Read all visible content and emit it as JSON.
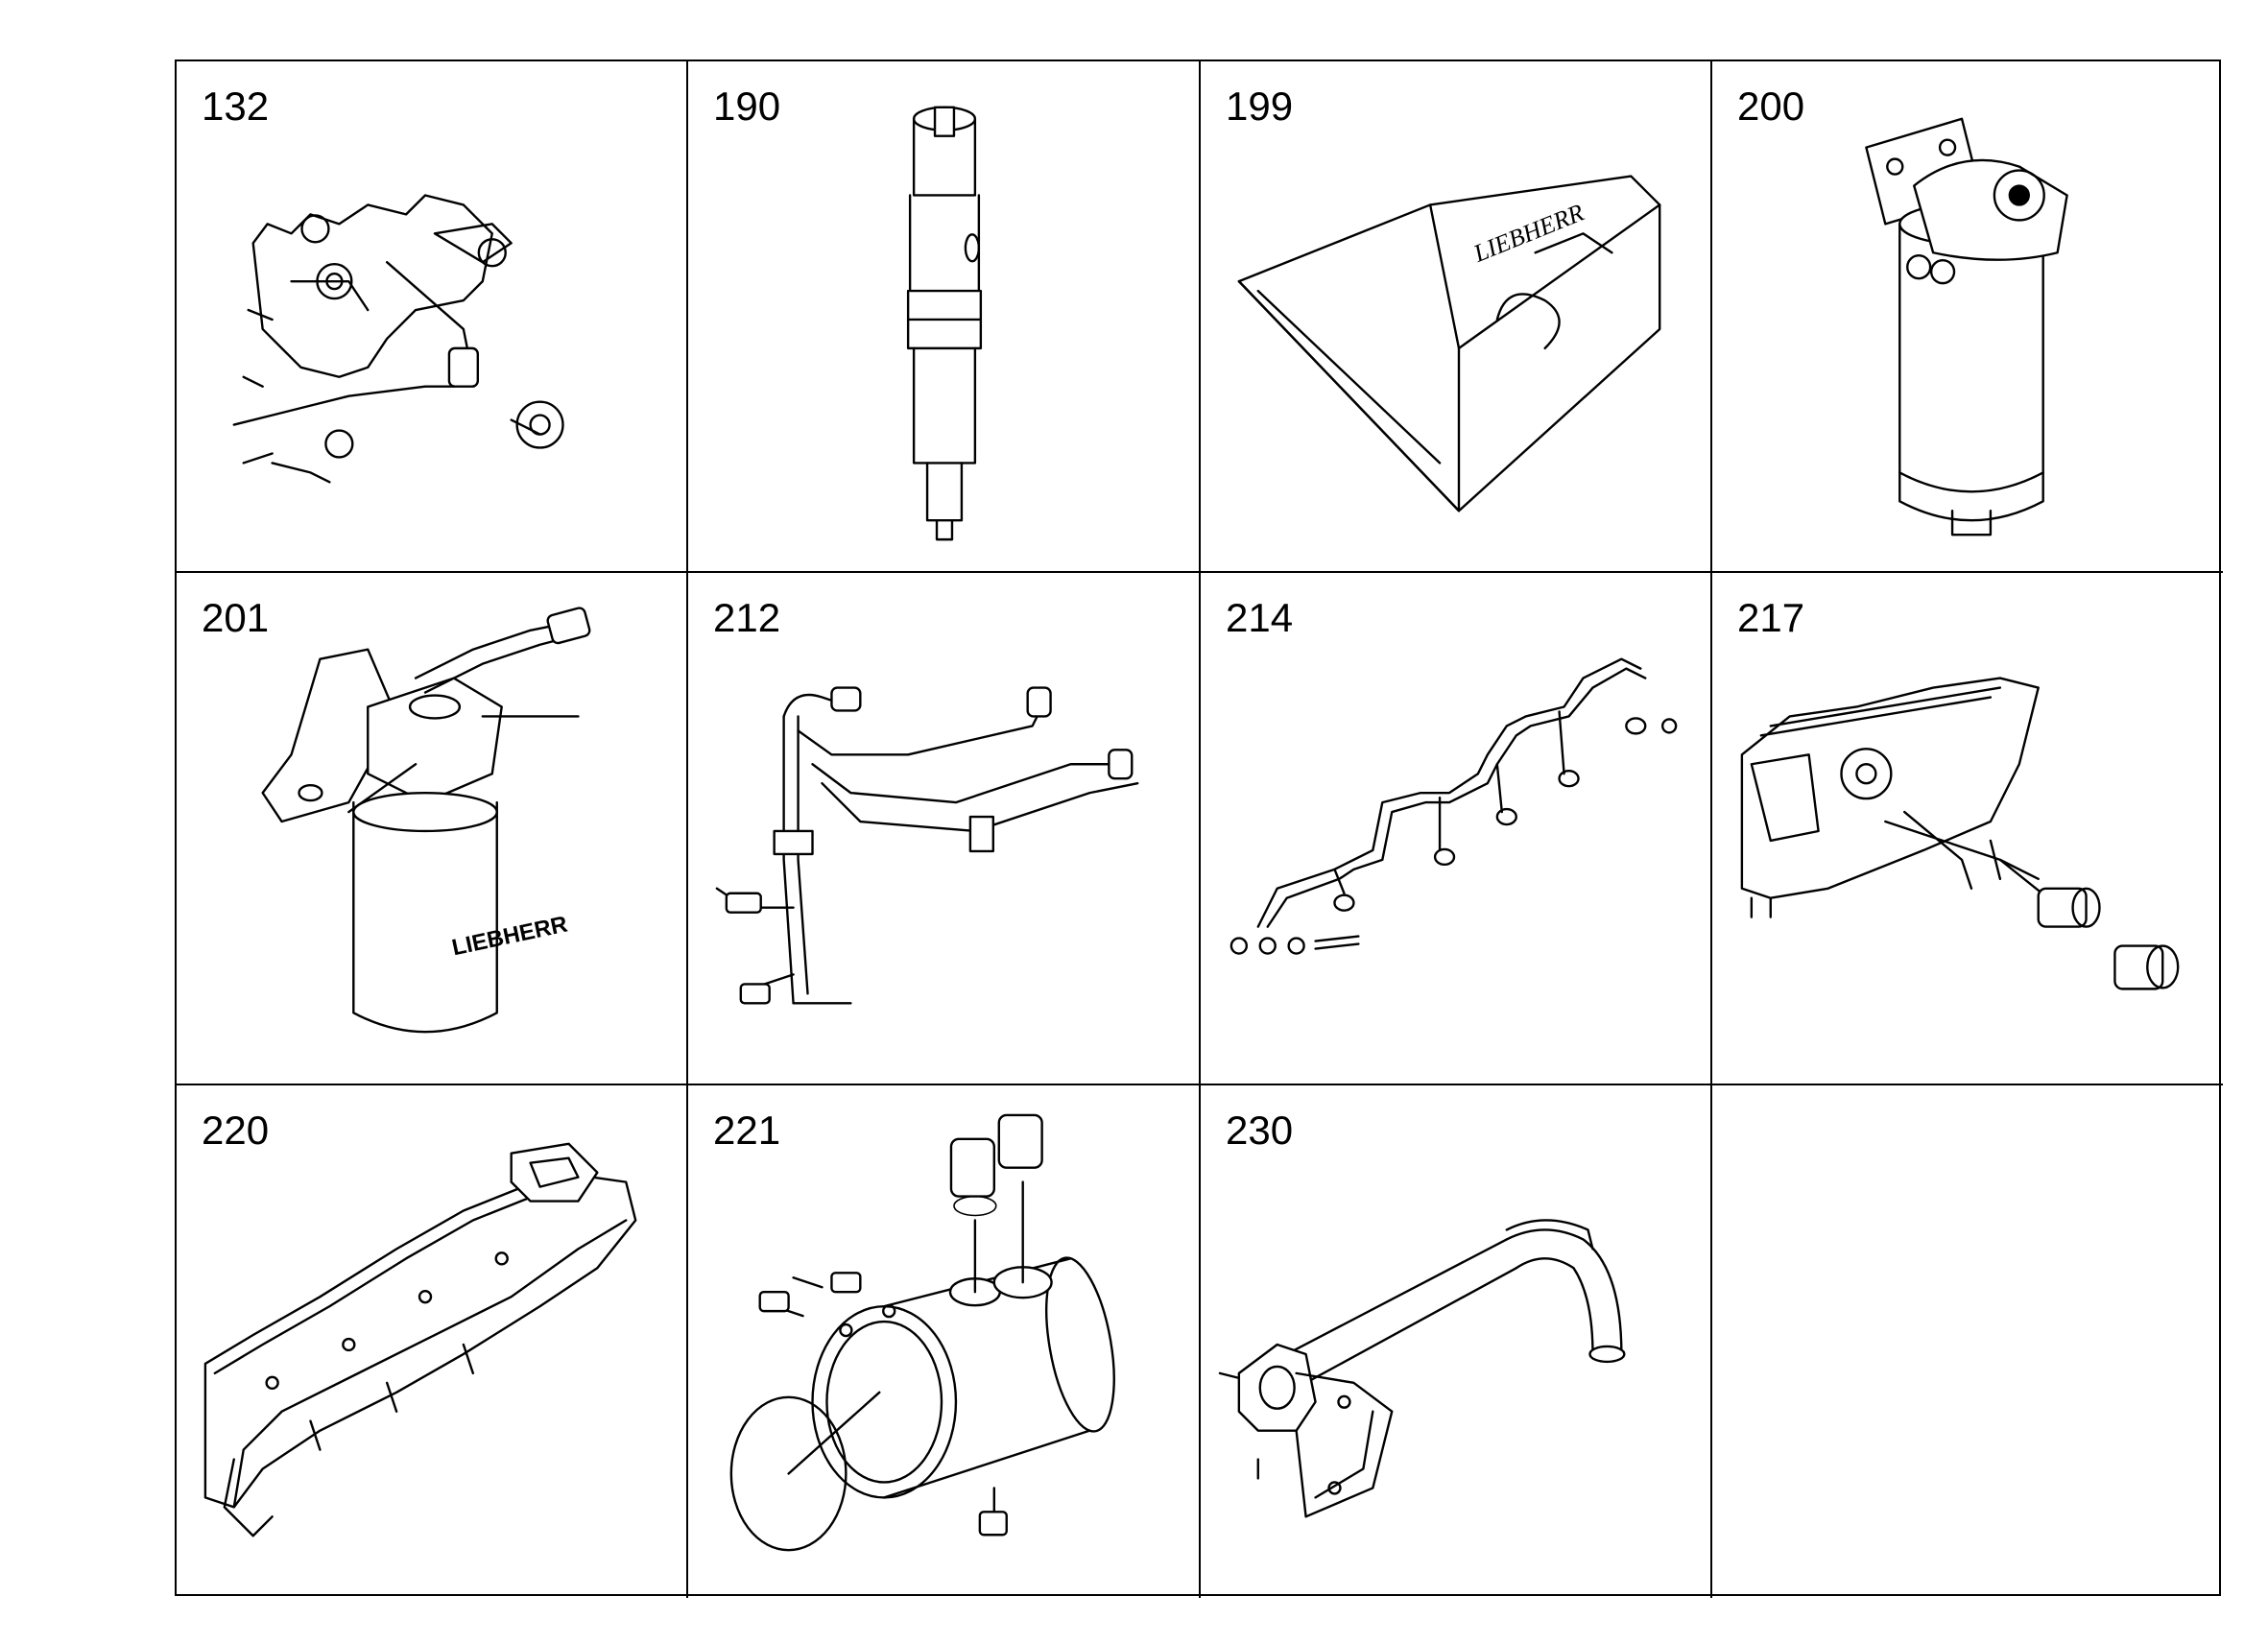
{
  "parts": [
    {
      "number": "132",
      "icon": "engine-block-plug-icon"
    },
    {
      "number": "190",
      "icon": "injector-icon"
    },
    {
      "number": "199",
      "icon": "parts-box-icon",
      "box_text": "LIEBHERR"
    },
    {
      "number": "200",
      "icon": "fuel-filter-icon"
    },
    {
      "number": "201",
      "icon": "filter-housing-icon",
      "brand_label": "LIEBHERR"
    },
    {
      "number": "212",
      "icon": "fuel-lines-icon"
    },
    {
      "number": "214",
      "icon": "injection-lines-icon"
    },
    {
      "number": "217",
      "icon": "engine-fittings-icon"
    },
    {
      "number": "220",
      "icon": "intake-manifold-icon"
    },
    {
      "number": "221",
      "icon": "pipe-housing-icon"
    },
    {
      "number": "230",
      "icon": "exhaust-pipe-icon"
    },
    {
      "number": "",
      "icon": ""
    }
  ]
}
